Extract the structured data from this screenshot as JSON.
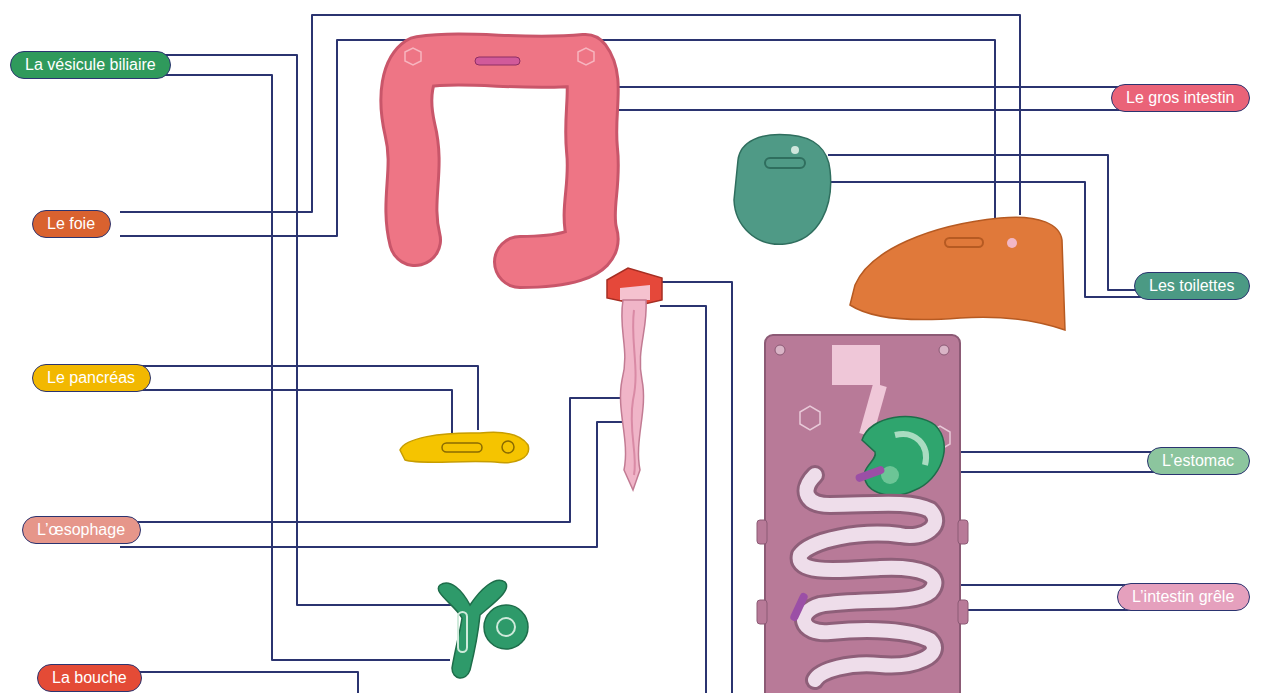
{
  "diagram": {
    "nodes": [
      {
        "text": [
          "La vésicule biliaire"
        ]
      },
      {
        "text": [
          "Le gros intestin"
        ]
      },
      {
        "text": [
          "Le foie"
        ]
      },
      {
        "text": [
          "Les toilettes"
        ]
      },
      {
        "text": [
          "Le pancréas"
        ]
      },
      {
        "text": [
          "L’estomac"
        ]
      },
      {
        "text": [
          "L’œsophage"
        ]
      },
      {
        "text": [
          "L’intestin grêle"
        ]
      },
      {
        "text": [
          "La bouche"
        ]
      }
    ]
  }
}
